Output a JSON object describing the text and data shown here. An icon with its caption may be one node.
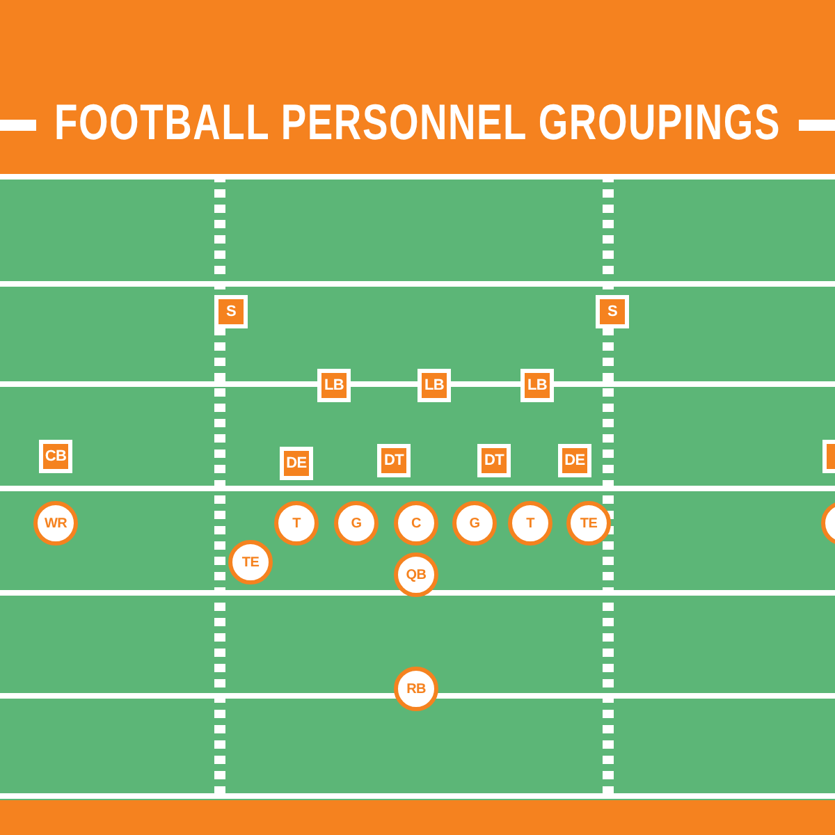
{
  "diagram": {
    "title": "FOOTBALL PERSONNEL GROUPINGS",
    "nodes": [
      {
        "text": [
          "S"
        ]
      },
      {
        "text": [
          "S"
        ]
      },
      {
        "text": [
          "LB"
        ]
      },
      {
        "text": [
          "LB"
        ]
      },
      {
        "text": [
          "LB"
        ]
      },
      {
        "text": [
          "CB"
        ]
      },
      {
        "text": [
          "DE"
        ]
      },
      {
        "text": [
          "DT"
        ]
      },
      {
        "text": [
          "DT"
        ]
      },
      {
        "text": [
          "DE"
        ]
      },
      {
        "text": [],
        "shape": "box"
      },
      {
        "text": [
          "WR"
        ]
      },
      {
        "text": [
          "T"
        ]
      },
      {
        "text": [
          "G"
        ]
      },
      {
        "text": [
          "C"
        ]
      },
      {
        "text": [
          "G"
        ]
      },
      {
        "text": [
          "T"
        ]
      },
      {
        "text": [
          "TE"
        ]
      },
      {
        "text": [],
        "shape": "circle"
      },
      {
        "text": [
          "TE"
        ]
      },
      {
        "text": [
          "QB"
        ]
      },
      {
        "text": [
          "RB"
        ]
      }
    ]
  }
}
